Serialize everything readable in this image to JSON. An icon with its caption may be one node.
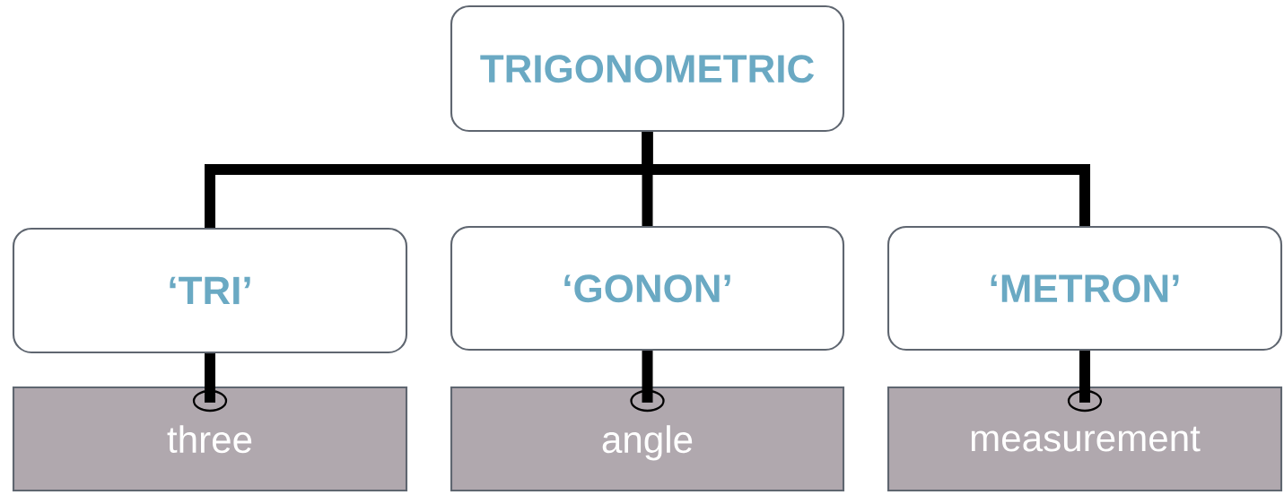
{
  "diagram": {
    "nodes": [
      {
        "text": [
          "TRIGONOMETRIC"
        ]
      },
      {
        "text": [
          "‘TRI’"
        ]
      },
      {
        "text": [
          "‘GONON’"
        ]
      },
      {
        "text": [
          "‘METRON’"
        ]
      },
      {
        "text": [
          "three"
        ]
      },
      {
        "text": [
          "angle"
        ]
      },
      {
        "text": [
          "measurement"
        ]
      }
    ],
    "edges": [
      {
        "from": 0,
        "to": 1,
        "arrow": "none"
      },
      {
        "from": 0,
        "to": 2,
        "arrow": "none"
      },
      {
        "from": 0,
        "to": 3,
        "arrow": "none"
      },
      {
        "from": 1,
        "to": 4,
        "arrow": "other"
      },
      {
        "from": 2,
        "to": 5,
        "arrow": "other"
      },
      {
        "from": 3,
        "to": 6,
        "arrow": "other"
      }
    ]
  }
}
